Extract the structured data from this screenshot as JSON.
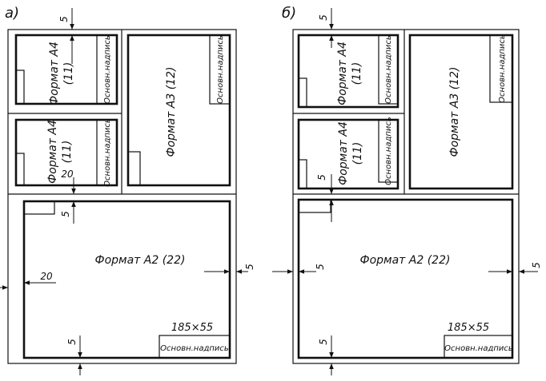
{
  "panels": {
    "a": {
      "tag": "а)",
      "a4_top": {
        "title": "Формат А4",
        "code": "(11)",
        "stamp": "Основн.надпись"
      },
      "a4_bottom": {
        "title": "Формат А4",
        "code": "(11)",
        "stamp": "Основн.надпись"
      },
      "a3": {
        "title": "Формат А3 (12)",
        "stamp": "Основн.надпись"
      },
      "a2": {
        "title": "Формат А2 (22)",
        "stamp": "Основн.надпись",
        "stamp_size": "185×55"
      },
      "dims": {
        "top": "5",
        "mid_20": "20",
        "mid_5": "5",
        "left_20": "20",
        "right_5": "5",
        "bottom_5": "5"
      }
    },
    "b": {
      "tag": "б)",
      "a4_top": {
        "title": "Формат А4",
        "code": "(11)",
        "stamp": "Основн.надпись"
      },
      "a4_bottom": {
        "title": "Формат А4",
        "code": "(11)",
        "stamp": "Основн.надпись"
      },
      "a3": {
        "title": "Формат А3 (12)",
        "stamp": "Основн.надпись"
      },
      "a2": {
        "title": "Формат А2 (22)",
        "stamp": "Основн.надпись",
        "stamp_size": "185×55"
      },
      "dims": {
        "top": "5",
        "mid_5": "5",
        "left_5": "5",
        "right_5": "5",
        "bottom_5": "5"
      }
    }
  }
}
